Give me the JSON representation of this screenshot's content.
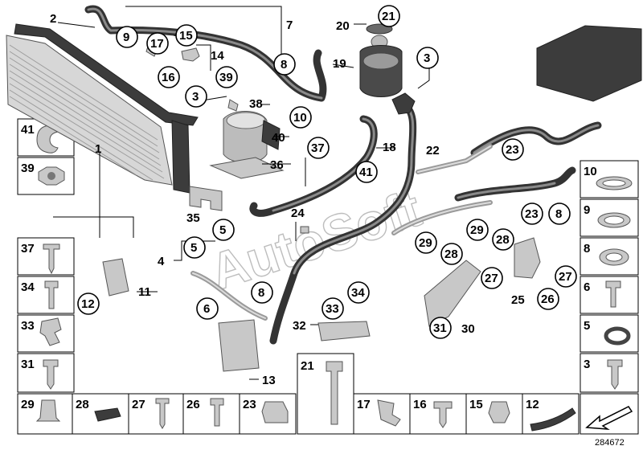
{
  "diagram": {
    "ref_number": "284672",
    "watermark": "AutoSoft",
    "callouts": {
      "c1": "1",
      "c2": "2",
      "c3a": "3",
      "c3b": "3",
      "c4": "4",
      "c5a": "5",
      "c5b": "5",
      "c6": "6",
      "c7": "7",
      "c8a": "8",
      "c8b": "8",
      "c8c": "8",
      "c9": "9",
      "c10": "10",
      "c11": "11",
      "c12": "12",
      "c13": "13",
      "c14": "14",
      "c15": "15",
      "c16": "16",
      "c17": "17",
      "c18": "18",
      "c19": "19",
      "c20": "20",
      "c21": "21",
      "c22": "22",
      "c23a": "23",
      "c23b": "23",
      "c24": "24",
      "c25": "25",
      "c26": "26",
      "c27a": "27",
      "c27b": "27",
      "c28a": "28",
      "c28b": "28",
      "c29a": "29",
      "c29b": "29",
      "c30": "30",
      "c31": "31",
      "c32": "32",
      "c33": "33",
      "c34": "34",
      "c35": "35",
      "c36": "36",
      "c37": "37",
      "c38": "38",
      "c39": "39",
      "c40": "40",
      "c41": "41"
    },
    "left_column": [
      "41",
      "39",
      "37",
      "34",
      "33",
      "31"
    ],
    "right_column": [
      "10",
      "9",
      "8",
      "6",
      "5",
      "3"
    ],
    "bottom_row": [
      "29",
      "28",
      "27",
      "26",
      "23",
      "21",
      "17",
      "16",
      "15",
      "12"
    ]
  }
}
